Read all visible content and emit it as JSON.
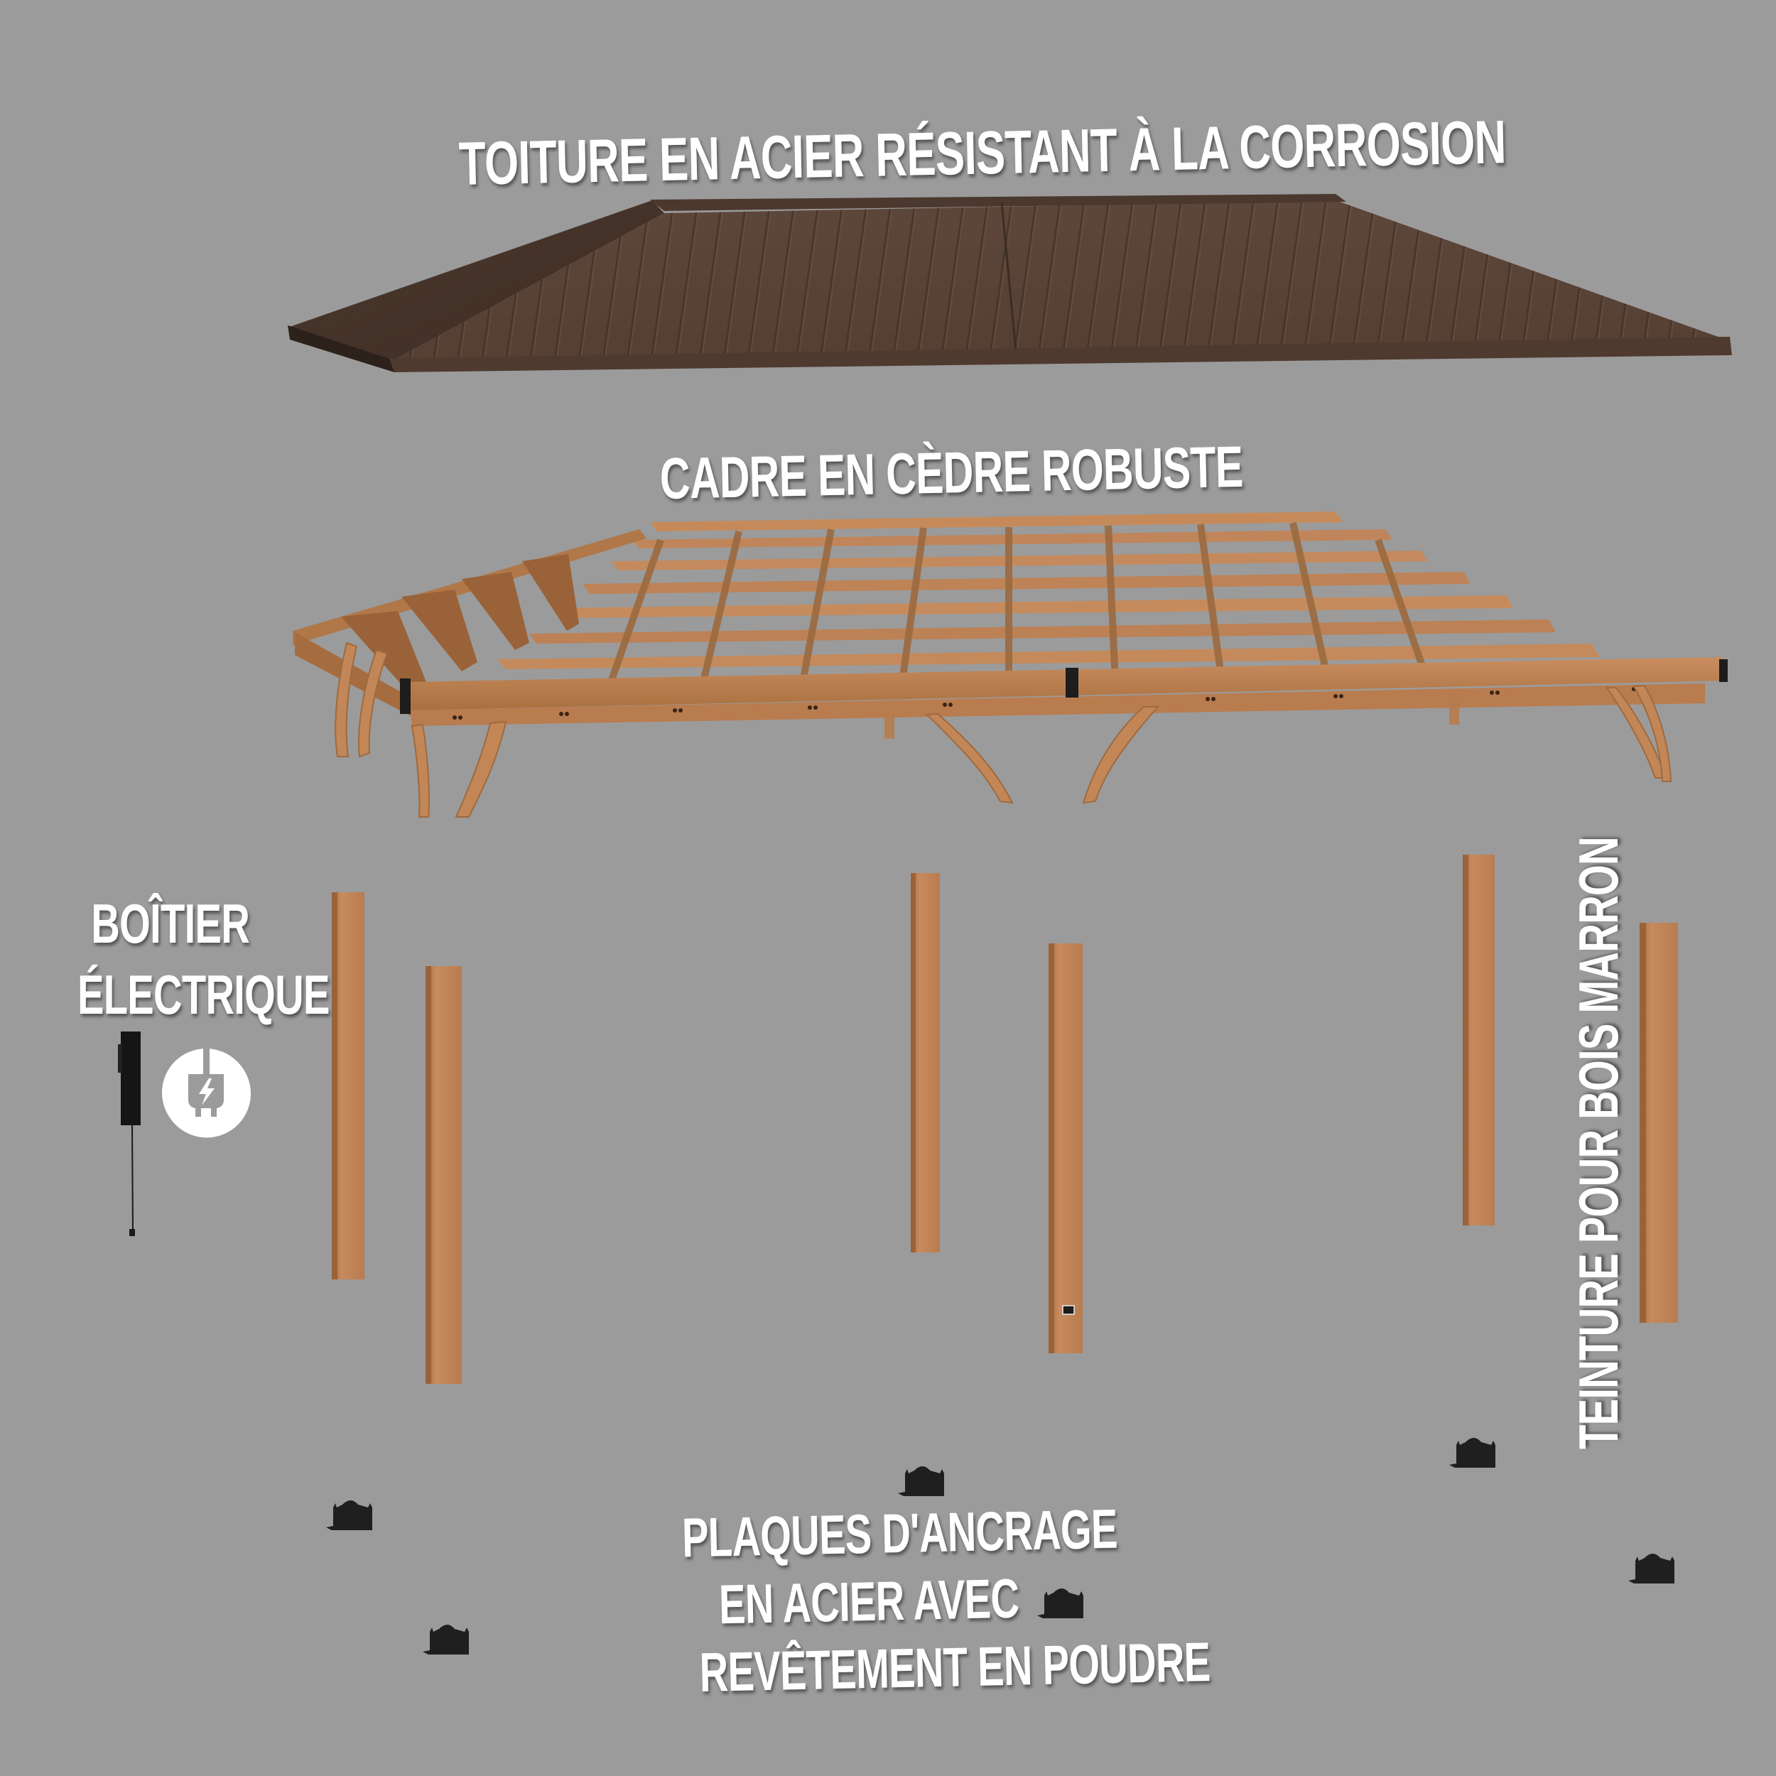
{
  "labels": {
    "roof": "TOITURE EN ACIER RÉSISTANT À LA CORROSION",
    "frame": "CADRE EN CÈDRE ROBUSTE",
    "electrical_box": [
      "BOÎTIER",
      "ÉLECTRIQUE"
    ],
    "stain": "TEINTURE POUR BOIS MARRON",
    "anchor_plates": [
      "PLAQUES D'ANCRAGE",
      "EN ACIER AVEC",
      "REVÊTEMENT EN POUDRE"
    ]
  },
  "icons": {
    "electrical": "plug-lightning-icon"
  },
  "components": {
    "roof": {
      "name": "steel-roof",
      "color": "#5a4438"
    },
    "frame": {
      "name": "cedar-frame",
      "color": "#b77a4c"
    },
    "posts": {
      "count": 6,
      "color": "#c0845a"
    },
    "anchor_plates": {
      "count": 6,
      "color": "#1e1e1e"
    },
    "electrical_box": {
      "color": "#151515"
    }
  },
  "colors": {
    "background": "#9b9b9b",
    "label_text": "#ffffff"
  }
}
